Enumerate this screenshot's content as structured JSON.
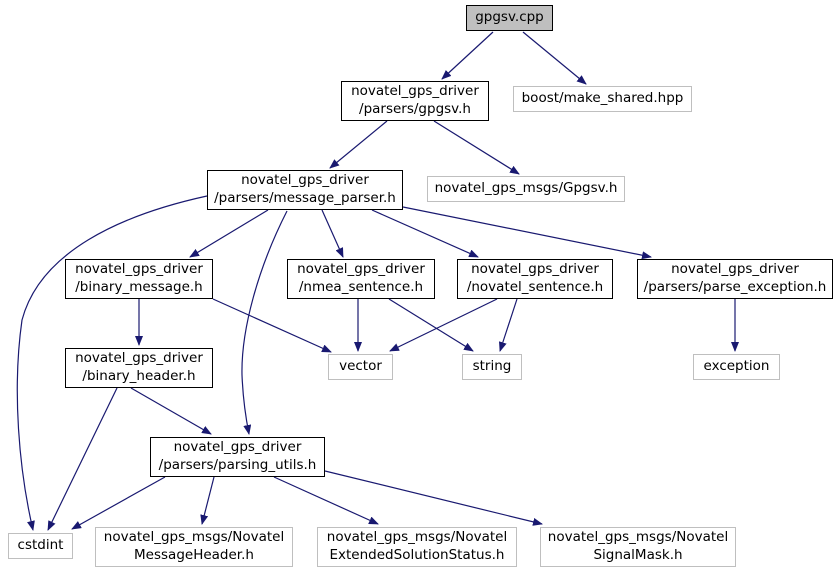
{
  "graph": {
    "type": "include-dependency-graph",
    "root": "gpgsv.cpp",
    "nodes": [
      {
        "id": "gpgsv_cpp",
        "label": "gpgsv.cpp",
        "kind": "current"
      },
      {
        "id": "gpgsv_h",
        "label": "novatel_gps_driver\n/parsers/gpgsv.h",
        "kind": "internal"
      },
      {
        "id": "boost_make_shared",
        "label": "boost/make_shared.hpp",
        "kind": "external"
      },
      {
        "id": "message_parser",
        "label": "novatel_gps_driver\n/parsers/message_parser.h",
        "kind": "internal"
      },
      {
        "id": "gpgsv_msg",
        "label": "novatel_gps_msgs/Gpgsv.h",
        "kind": "external"
      },
      {
        "id": "binary_message",
        "label": "novatel_gps_driver\n/binary_message.h",
        "kind": "internal"
      },
      {
        "id": "nmea_sentence",
        "label": "novatel_gps_driver\n/nmea_sentence.h",
        "kind": "internal"
      },
      {
        "id": "novatel_sentence",
        "label": "novatel_gps_driver\n/novatel_sentence.h",
        "kind": "internal"
      },
      {
        "id": "parse_exception",
        "label": "novatel_gps_driver\n/parsers/parse_exception.h",
        "kind": "internal"
      },
      {
        "id": "binary_header",
        "label": "novatel_gps_driver\n/binary_header.h",
        "kind": "internal"
      },
      {
        "id": "vector",
        "label": "vector",
        "kind": "external"
      },
      {
        "id": "string",
        "label": "string",
        "kind": "external"
      },
      {
        "id": "exception",
        "label": "exception",
        "kind": "external"
      },
      {
        "id": "parsing_utils",
        "label": "novatel_gps_driver\n/parsers/parsing_utils.h",
        "kind": "internal"
      },
      {
        "id": "cstdint",
        "label": "cstdint",
        "kind": "external"
      },
      {
        "id": "novatel_message_header",
        "label": "novatel_gps_msgs/Novatel\nMessageHeader.h",
        "kind": "external"
      },
      {
        "id": "novatel_ext_status",
        "label": "novatel_gps_msgs/Novatel\nExtendedSolutionStatus.h",
        "kind": "external"
      },
      {
        "id": "novatel_signal_mask",
        "label": "novatel_gps_msgs/Novatel\nSignalMask.h",
        "kind": "external"
      }
    ],
    "edges": [
      {
        "from": "gpgsv_cpp",
        "to": "gpgsv_h"
      },
      {
        "from": "gpgsv_cpp",
        "to": "boost_make_shared"
      },
      {
        "from": "gpgsv_h",
        "to": "message_parser"
      },
      {
        "from": "gpgsv_h",
        "to": "gpgsv_msg"
      },
      {
        "from": "message_parser",
        "to": "binary_message"
      },
      {
        "from": "message_parser",
        "to": "nmea_sentence"
      },
      {
        "from": "message_parser",
        "to": "novatel_sentence"
      },
      {
        "from": "message_parser",
        "to": "parse_exception"
      },
      {
        "from": "message_parser",
        "to": "parsing_utils"
      },
      {
        "from": "message_parser",
        "to": "cstdint"
      },
      {
        "from": "binary_message",
        "to": "binary_header"
      },
      {
        "from": "binary_message",
        "to": "vector"
      },
      {
        "from": "nmea_sentence",
        "to": "vector"
      },
      {
        "from": "nmea_sentence",
        "to": "string"
      },
      {
        "from": "novatel_sentence",
        "to": "vector"
      },
      {
        "from": "novatel_sentence",
        "to": "string"
      },
      {
        "from": "parse_exception",
        "to": "exception"
      },
      {
        "from": "binary_header",
        "to": "parsing_utils"
      },
      {
        "from": "binary_header",
        "to": "cstdint"
      },
      {
        "from": "parsing_utils",
        "to": "cstdint"
      },
      {
        "from": "parsing_utils",
        "to": "novatel_message_header"
      },
      {
        "from": "parsing_utils",
        "to": "novatel_ext_status"
      },
      {
        "from": "parsing_utils",
        "to": "novatel_signal_mask"
      }
    ]
  },
  "colors": {
    "edge": "#191970",
    "internal_border": "#000000",
    "external_border": "#bfbfbf",
    "current_fill": "#bfbfbf",
    "background": "#ffffff"
  }
}
